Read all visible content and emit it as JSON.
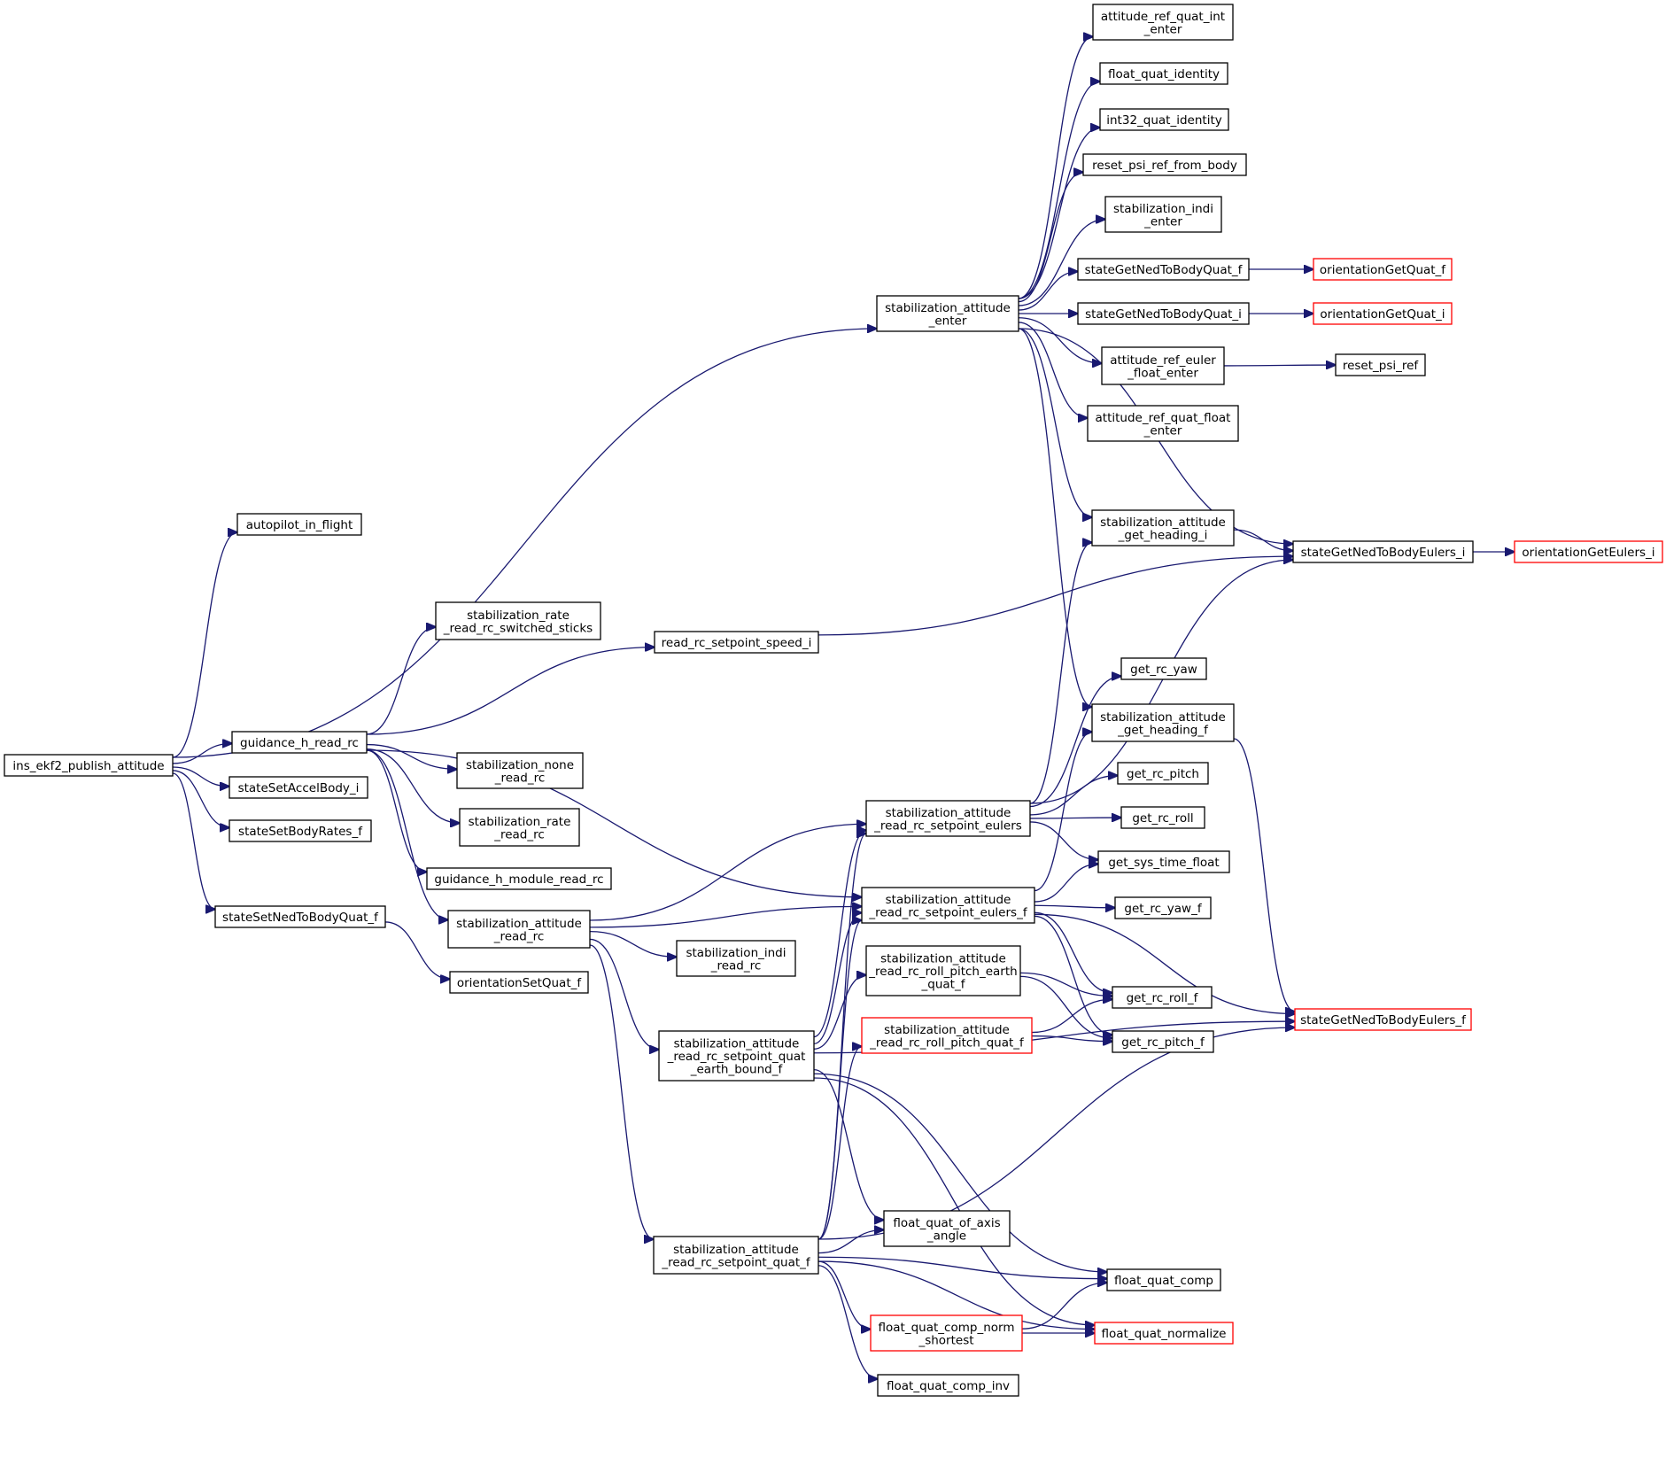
{
  "colors": {
    "edge": "#191970",
    "border_default": "#000000",
    "border_truncated": "#ff0000",
    "fill_root": "#bfbfbf",
    "fill_default": "#ffffff"
  },
  "nodes": {
    "ins_ekf2_publish_attitude": {
      "lines": [
        "ins_ekf2_publish_attitude"
      ],
      "root": true
    },
    "autopilot_in_flight": {
      "lines": [
        "autopilot_in_flight"
      ]
    },
    "guidance_h_read_rc": {
      "lines": [
        "guidance_h_read_rc"
      ]
    },
    "stateSetAccelBody_i": {
      "lines": [
        "stateSetAccelBody_i"
      ]
    },
    "stateSetBodyRates_f": {
      "lines": [
        "stateSetBodyRates_f"
      ]
    },
    "stateSetNedToBodyQuat_f": {
      "lines": [
        "stateSetNedToBodyQuat_f"
      ]
    },
    "stabilization_rate_read_rc_switched_sticks": {
      "lines": [
        "stabilization_rate",
        "_read_rc_switched_sticks"
      ]
    },
    "read_rc_setpoint_speed_i": {
      "lines": [
        "read_rc_setpoint_speed_i"
      ]
    },
    "stabilization_none_read_rc": {
      "lines": [
        "stabilization_none",
        "_read_rc"
      ]
    },
    "stabilization_rate_read_rc": {
      "lines": [
        "stabilization_rate",
        "_read_rc"
      ]
    },
    "guidance_h_module_read_rc": {
      "lines": [
        "guidance_h_module_read_rc"
      ]
    },
    "stabilization_attitude_read_rc": {
      "lines": [
        "stabilization_attitude",
        "_read_rc"
      ]
    },
    "orientationSetQuat_f": {
      "lines": [
        "orientationSetQuat_f"
      ]
    },
    "stabilization_indi_read_rc": {
      "lines": [
        "stabilization_indi",
        "_read_rc"
      ]
    },
    "stabilization_attitude_read_rc_setpoint_quat_earth_bound_f": {
      "lines": [
        "stabilization_attitude",
        "_read_rc_setpoint_quat",
        "_earth_bound_f"
      ]
    },
    "stabilization_attitude_read_rc_setpoint_quat_f": {
      "lines": [
        "stabilization_attitude",
        "_read_rc_setpoint_quat_f"
      ]
    },
    "stabilization_attitude_enter": {
      "lines": [
        "stabilization_attitude",
        "_enter"
      ]
    },
    "stabilization_attitude_read_rc_setpoint_eulers": {
      "lines": [
        "stabilization_attitude",
        "_read_rc_setpoint_eulers"
      ]
    },
    "stabilization_attitude_read_rc_setpoint_eulers_f": {
      "lines": [
        "stabilization_attitude",
        "_read_rc_setpoint_eulers_f"
      ]
    },
    "stabilization_attitude_read_rc_roll_pitch_earth_quat_f": {
      "lines": [
        "stabilization_attitude",
        "_read_rc_roll_pitch_earth",
        "_quat_f"
      ]
    },
    "stabilization_attitude_read_rc_roll_pitch_quat_f": {
      "lines": [
        "stabilization_attitude",
        "_read_rc_roll_pitch_quat_f"
      ],
      "truncated": true
    },
    "float_quat_of_axis_angle": {
      "lines": [
        "float_quat_of_axis",
        "_angle"
      ]
    },
    "float_quat_comp_norm_shortest": {
      "lines": [
        "float_quat_comp_norm",
        "_shortest"
      ],
      "truncated": true
    },
    "float_quat_comp_inv": {
      "lines": [
        "float_quat_comp_inv"
      ]
    },
    "attitude_ref_quat_int_enter": {
      "lines": [
        "attitude_ref_quat_int",
        "_enter"
      ]
    },
    "float_quat_identity": {
      "lines": [
        "float_quat_identity"
      ]
    },
    "int32_quat_identity": {
      "lines": [
        "int32_quat_identity"
      ]
    },
    "reset_psi_ref_from_body": {
      "lines": [
        "reset_psi_ref_from_body"
      ]
    },
    "stabilization_indi_enter": {
      "lines": [
        "stabilization_indi",
        "_enter"
      ]
    },
    "stateGetNedToBodyQuat_f": {
      "lines": [
        "stateGetNedToBodyQuat_f"
      ]
    },
    "stateGetNedToBodyQuat_i": {
      "lines": [
        "stateGetNedToBodyQuat_i"
      ]
    },
    "attitude_ref_euler_float_enter": {
      "lines": [
        "attitude_ref_euler",
        "_float_enter"
      ]
    },
    "attitude_ref_quat_float_enter": {
      "lines": [
        "attitude_ref_quat_float",
        "_enter"
      ]
    },
    "stabilization_attitude_get_heading_i": {
      "lines": [
        "stabilization_attitude",
        "_get_heading_i"
      ]
    },
    "get_rc_yaw": {
      "lines": [
        "get_rc_yaw"
      ]
    },
    "stabilization_attitude_get_heading_f": {
      "lines": [
        "stabilization_attitude",
        "_get_heading_f"
      ]
    },
    "get_rc_pitch": {
      "lines": [
        "get_rc_pitch"
      ]
    },
    "get_rc_roll": {
      "lines": [
        "get_rc_roll"
      ]
    },
    "get_sys_time_float": {
      "lines": [
        "get_sys_time_float"
      ]
    },
    "get_rc_yaw_f": {
      "lines": [
        "get_rc_yaw_f"
      ]
    },
    "get_rc_roll_f": {
      "lines": [
        "get_rc_roll_f"
      ]
    },
    "get_rc_pitch_f": {
      "lines": [
        "get_rc_pitch_f"
      ]
    },
    "float_quat_comp": {
      "lines": [
        "float_quat_comp"
      ]
    },
    "float_quat_normalize": {
      "lines": [
        "float_quat_normalize"
      ],
      "truncated": true
    },
    "orientationGetQuat_f": {
      "lines": [
        "orientationGetQuat_f"
      ],
      "truncated": true
    },
    "orientationGetQuat_i": {
      "lines": [
        "orientationGetQuat_i"
      ],
      "truncated": true
    },
    "reset_psi_ref": {
      "lines": [
        "reset_psi_ref"
      ]
    },
    "stateGetNedToBodyEulers_i": {
      "lines": [
        "stateGetNedToBodyEulers_i"
      ]
    },
    "stateGetNedToBodyEulers_f": {
      "lines": [
        "stateGetNedToBodyEulers_f"
      ],
      "truncated": true
    },
    "orientationGetEulers_i": {
      "lines": [
        "orientationGetEulers_i"
      ],
      "truncated": true
    }
  },
  "edges": [
    [
      "ins_ekf2_publish_attitude",
      "autopilot_in_flight"
    ],
    [
      "ins_ekf2_publish_attitude",
      "stabilization_attitude_enter"
    ],
    [
      "ins_ekf2_publish_attitude",
      "guidance_h_read_rc"
    ],
    [
      "ins_ekf2_publish_attitude",
      "stateSetAccelBody_i"
    ],
    [
      "ins_ekf2_publish_attitude",
      "stateSetBodyRates_f"
    ],
    [
      "ins_ekf2_publish_attitude",
      "stateSetNedToBodyQuat_f"
    ],
    [
      "guidance_h_read_rc",
      "stabilization_rate_read_rc_switched_sticks"
    ],
    [
      "guidance_h_read_rc",
      "read_rc_setpoint_speed_i"
    ],
    [
      "guidance_h_read_rc",
      "stabilization_attitude_read_rc_setpoint_eulers_f"
    ],
    [
      "guidance_h_read_rc",
      "stabilization_none_read_rc"
    ],
    [
      "guidance_h_read_rc",
      "stabilization_rate_read_rc"
    ],
    [
      "guidance_h_read_rc",
      "guidance_h_module_read_rc"
    ],
    [
      "guidance_h_read_rc",
      "stabilization_attitude_read_rc"
    ],
    [
      "stateSetNedToBodyQuat_f",
      "orientationSetQuat_f"
    ],
    [
      "read_rc_setpoint_speed_i",
      "stateGetNedToBodyEulers_i"
    ],
    [
      "stabilization_attitude_read_rc",
      "stabilization_attitude_read_rc_setpoint_eulers"
    ],
    [
      "stabilization_attitude_read_rc",
      "stabilization_attitude_read_rc_setpoint_eulers_f"
    ],
    [
      "stabilization_attitude_read_rc",
      "stabilization_indi_read_rc"
    ],
    [
      "stabilization_attitude_read_rc",
      "stabilization_attitude_read_rc_setpoint_quat_earth_bound_f"
    ],
    [
      "stabilization_attitude_read_rc",
      "stabilization_attitude_read_rc_setpoint_quat_f"
    ],
    [
      "stabilization_attitude_read_rc_setpoint_quat_earth_bound_f",
      "stabilization_attitude_read_rc_setpoint_eulers"
    ],
    [
      "stabilization_attitude_read_rc_setpoint_quat_earth_bound_f",
      "stabilization_attitude_read_rc_setpoint_eulers_f"
    ],
    [
      "stabilization_attitude_read_rc_setpoint_quat_earth_bound_f",
      "stabilization_attitude_read_rc_roll_pitch_earth_quat_f"
    ],
    [
      "stabilization_attitude_read_rc_setpoint_quat_earth_bound_f",
      "stateGetNedToBodyEulers_f"
    ],
    [
      "stabilization_attitude_read_rc_setpoint_quat_earth_bound_f",
      "float_quat_of_axis_angle"
    ],
    [
      "stabilization_attitude_read_rc_setpoint_quat_earth_bound_f",
      "float_quat_comp"
    ],
    [
      "stabilization_attitude_read_rc_setpoint_quat_earth_bound_f",
      "float_quat_normalize"
    ],
    [
      "stabilization_attitude_read_rc_setpoint_quat_f",
      "stabilization_attitude_read_rc_setpoint_eulers"
    ],
    [
      "stabilization_attitude_read_rc_setpoint_quat_f",
      "stabilization_attitude_read_rc_setpoint_eulers_f"
    ],
    [
      "stabilization_attitude_read_rc_setpoint_quat_f",
      "stabilization_attitude_read_rc_roll_pitch_quat_f"
    ],
    [
      "stabilization_attitude_read_rc_setpoint_quat_f",
      "float_quat_of_axis_angle"
    ],
    [
      "stabilization_attitude_read_rc_setpoint_quat_f",
      "float_quat_comp"
    ],
    [
      "stabilization_attitude_read_rc_setpoint_quat_f",
      "float_quat_comp_norm_shortest"
    ],
    [
      "stabilization_attitude_read_rc_setpoint_quat_f",
      "float_quat_comp_inv"
    ],
    [
      "stabilization_attitude_read_rc_setpoint_quat_f",
      "float_quat_normalize"
    ],
    [
      "stabilization_attitude_read_rc_setpoint_quat_f",
      "stateGetNedToBodyEulers_f"
    ],
    [
      "stabilization_attitude_enter",
      "attitude_ref_quat_int_enter"
    ],
    [
      "stabilization_attitude_enter",
      "float_quat_identity"
    ],
    [
      "stabilization_attitude_enter",
      "int32_quat_identity"
    ],
    [
      "stabilization_attitude_enter",
      "reset_psi_ref_from_body"
    ],
    [
      "stabilization_attitude_enter",
      "stabilization_indi_enter"
    ],
    [
      "stabilization_attitude_enter",
      "stateGetNedToBodyQuat_f"
    ],
    [
      "stabilization_attitude_enter",
      "stateGetNedToBodyQuat_i"
    ],
    [
      "stabilization_attitude_enter",
      "attitude_ref_euler_float_enter"
    ],
    [
      "stabilization_attitude_enter",
      "attitude_ref_quat_float_enter"
    ],
    [
      "stabilization_attitude_enter",
      "stabilization_attitude_get_heading_i"
    ],
    [
      "stabilization_attitude_enter",
      "stabilization_attitude_get_heading_f"
    ],
    [
      "stabilization_attitude_enter",
      "stateGetNedToBodyEulers_i"
    ],
    [
      "stabilization_attitude_read_rc_setpoint_eulers",
      "stabilization_attitude_get_heading_i"
    ],
    [
      "stabilization_attitude_read_rc_setpoint_eulers",
      "stateGetNedToBodyEulers_i"
    ],
    [
      "stabilization_attitude_read_rc_setpoint_eulers",
      "get_rc_pitch"
    ],
    [
      "stabilization_attitude_read_rc_setpoint_eulers",
      "get_rc_roll"
    ],
    [
      "stabilization_attitude_read_rc_setpoint_eulers",
      "get_rc_yaw"
    ],
    [
      "stabilization_attitude_read_rc_setpoint_eulers",
      "get_sys_time_float"
    ],
    [
      "stabilization_attitude_read_rc_setpoint_eulers_f",
      "stabilization_attitude_get_heading_f"
    ],
    [
      "stabilization_attitude_read_rc_setpoint_eulers_f",
      "get_sys_time_float"
    ],
    [
      "stabilization_attitude_read_rc_setpoint_eulers_f",
      "get_rc_yaw_f"
    ],
    [
      "stabilization_attitude_read_rc_setpoint_eulers_f",
      "get_rc_roll_f"
    ],
    [
      "stabilization_attitude_read_rc_setpoint_eulers_f",
      "get_rc_pitch_f"
    ],
    [
      "stabilization_attitude_read_rc_setpoint_eulers_f",
      "stateGetNedToBodyEulers_f"
    ],
    [
      "stabilization_attitude_read_rc_roll_pitch_earth_quat_f",
      "get_rc_roll_f"
    ],
    [
      "stabilization_attitude_read_rc_roll_pitch_earth_quat_f",
      "get_rc_pitch_f"
    ],
    [
      "stabilization_attitude_read_rc_roll_pitch_quat_f",
      "get_rc_roll_f"
    ],
    [
      "stabilization_attitude_read_rc_roll_pitch_quat_f",
      "get_rc_pitch_f"
    ],
    [
      "float_quat_comp_norm_shortest",
      "float_quat_comp"
    ],
    [
      "float_quat_comp_norm_shortest",
      "float_quat_normalize"
    ],
    [
      "stateGetNedToBodyQuat_f",
      "orientationGetQuat_f"
    ],
    [
      "stateGetNedToBodyQuat_i",
      "orientationGetQuat_i"
    ],
    [
      "attitude_ref_euler_float_enter",
      "reset_psi_ref"
    ],
    [
      "stabilization_attitude_get_heading_i",
      "stateGetNedToBodyEulers_i"
    ],
    [
      "stabilization_attitude_get_heading_f",
      "stateGetNedToBodyEulers_f"
    ],
    [
      "stateGetNedToBodyEulers_i",
      "orientationGetEulers_i"
    ]
  ]
}
